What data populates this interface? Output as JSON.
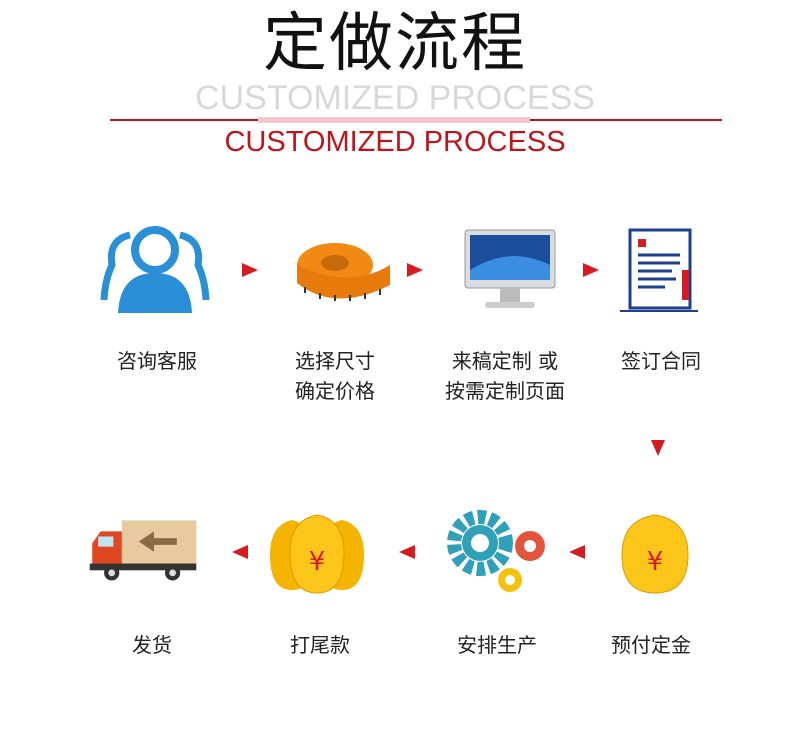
{
  "header": {
    "title": "定做流程",
    "ghost_text": "CUSTOMIZED PROCESS",
    "subtitle": "CUSTOMIZED PROCESS"
  },
  "steps": [
    {
      "label": "咨询客服",
      "icon": "customer-service-icon"
    },
    {
      "label": "选择尺寸",
      "label2": "确定价格",
      "icon": "tape-measure-icon"
    },
    {
      "label": "来稿定制 或",
      "label2": "按需定制页面",
      "icon": "computer-icon"
    },
    {
      "label": "签订合同",
      "icon": "contract-icon"
    },
    {
      "label": "预付定金",
      "icon": "money-bag-icon"
    },
    {
      "label": "安排生产",
      "icon": "gears-icon"
    },
    {
      "label": "打尾款",
      "icon": "money-bags-icon"
    },
    {
      "label": "发货",
      "icon": "delivery-truck-icon"
    }
  ],
  "colors": {
    "accent": "#c0141b",
    "arrow": "#d71920"
  }
}
